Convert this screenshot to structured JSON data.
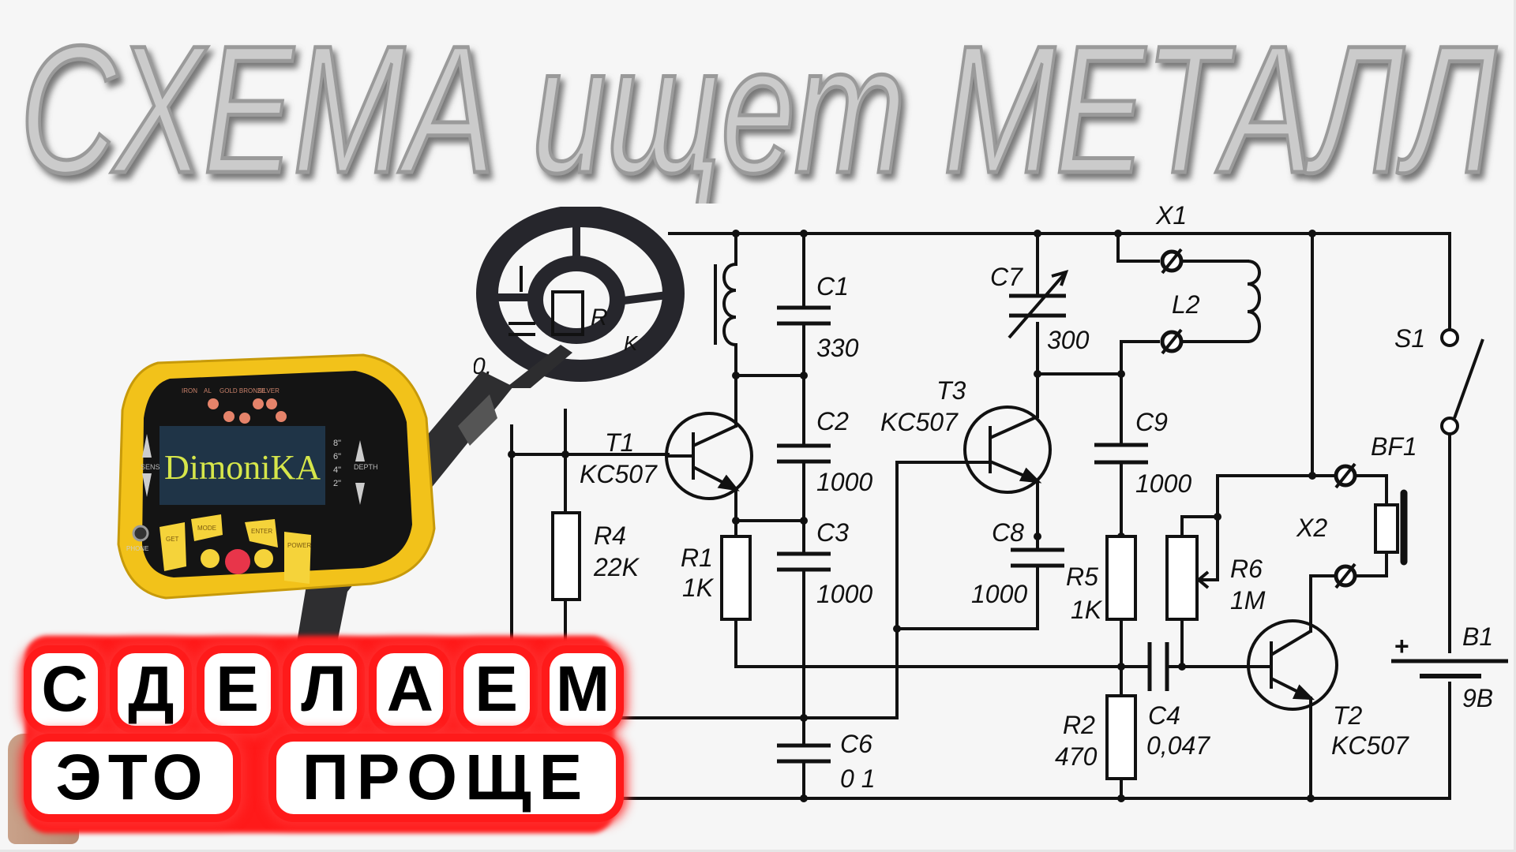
{
  "thumbnail": {
    "title": "СХЕМА ищет МЕТАЛЛ",
    "slogan": {
      "line1": [
        "С",
        "Д",
        "Е",
        "Л",
        "А",
        "Е",
        "М"
      ],
      "line2_words": [
        "ЭТО",
        "ПРОЩЕ"
      ],
      "line1_text": "СДЕЛАЕМ",
      "line2_text": "ЭТО ПРОЩЕ"
    },
    "colors": {
      "title_fill": "#c8c8c8",
      "title_shadow": "#8a8a8a",
      "slogan_glow": "#ff1a1a",
      "detector_body": "#f2c21a",
      "screen_bg": "#1f3447",
      "screen_text": "#d6e64a"
    }
  },
  "detector": {
    "screen_brand": "DimoniKA",
    "indicator_labels": [
      "IRON",
      "AL",
      "GOLD BRONZE",
      "SILVER"
    ],
    "left_label": "SENS",
    "right_label": "DEPTH",
    "depth_scale": [
      "8\"",
      "6\"",
      "4\"",
      "2\""
    ],
    "jack_label": "PHONE",
    "buttons": [
      "GET",
      "MODE",
      "ENTER",
      "POWER"
    ],
    "coil_labels": {
      "r": "R",
      "k": "K",
      "zero": "0,"
    }
  },
  "schematic": {
    "components": {
      "X1": {
        "label": "X1"
      },
      "L2": {
        "label": "L2"
      },
      "C1": {
        "label": "C1",
        "value": "330"
      },
      "C2": {
        "label": "C2",
        "value": "1000"
      },
      "C3": {
        "label": "C3",
        "value": "1000"
      },
      "C4": {
        "label": "C4",
        "value": "0,047"
      },
      "C6": {
        "label": "C6",
        "value": "0 1"
      },
      "C7": {
        "label": "C7",
        "value": "300"
      },
      "C8": {
        "label": "C8",
        "value": "1000"
      },
      "C9": {
        "label": "C9",
        "value": "1000"
      },
      "R1": {
        "label": "R1",
        "value": "1K"
      },
      "R2": {
        "label": "R2",
        "value": "470"
      },
      "R4": {
        "label": "R4",
        "value": "22K"
      },
      "R5": {
        "label": "R5",
        "value": "1K"
      },
      "R6": {
        "label": "R6",
        "value": "1M"
      },
      "T1": {
        "label": "T1",
        "value": "KC507"
      },
      "T2": {
        "label": "T2",
        "value": "KC507"
      },
      "T3": {
        "label": "T3",
        "value": "KC507"
      },
      "S1": {
        "label": "S1"
      },
      "BF1": {
        "label": "BF1"
      },
      "X2": {
        "label": "X2"
      },
      "B1": {
        "label": "B1",
        "value": "9B",
        "plus": "+"
      }
    }
  }
}
